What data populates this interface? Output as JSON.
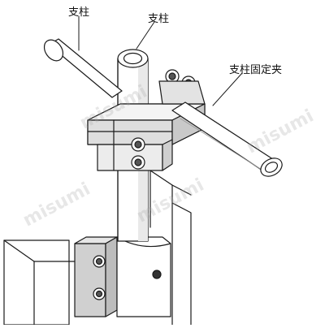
{
  "labels": {
    "post_left": "支柱",
    "post_center": "支柱",
    "clamp": "支柱固定夹"
  },
  "watermark": "misumi",
  "colors": {
    "line": "#1a1a1a",
    "pipe_fill": "#ffffff",
    "shade": "#d9d9d9",
    "clamp_fill": "#e6e6e6",
    "bracket_fill": "#d0d0d0"
  }
}
